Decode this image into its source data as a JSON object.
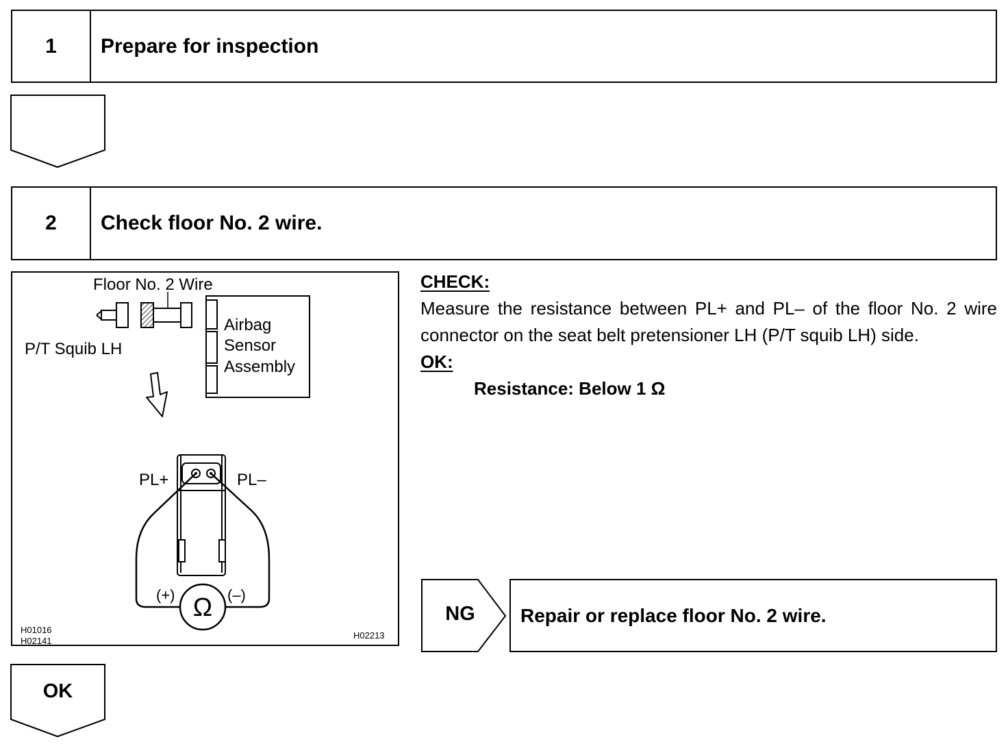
{
  "steps": [
    {
      "number": "1",
      "title": "Prepare for inspection"
    },
    {
      "number": "2",
      "title": "Check floor No. 2 wire."
    }
  ],
  "figure": {
    "labels": {
      "wire": "Floor No. 2 Wire",
      "squib": "P/T Squib LH",
      "sensor_1": "Airbag",
      "sensor_2": "Sensor",
      "sensor_3": "Assembly",
      "pl_plus": "PL+",
      "pl_minus": "PL–",
      "plus": "(+)",
      "minus": "(–)",
      "ohm": "Ω"
    },
    "codes": {
      "code_1": "H01016",
      "code_2": "H02141",
      "code_3": "H02213"
    }
  },
  "check": {
    "heading": "CHECK:",
    "instruction": "Measure the resistance between PL+ and PL– of the floor No. 2 wire connector on the seat belt pretensioner LH (P/T squib LH) side.",
    "ok_heading": "OK:",
    "spec": "Resistance: Below 1 Ω"
  },
  "ng_result": {
    "label": "NG",
    "action": "Repair or replace floor No. 2 wire."
  },
  "ok_result": {
    "label": "OK"
  }
}
